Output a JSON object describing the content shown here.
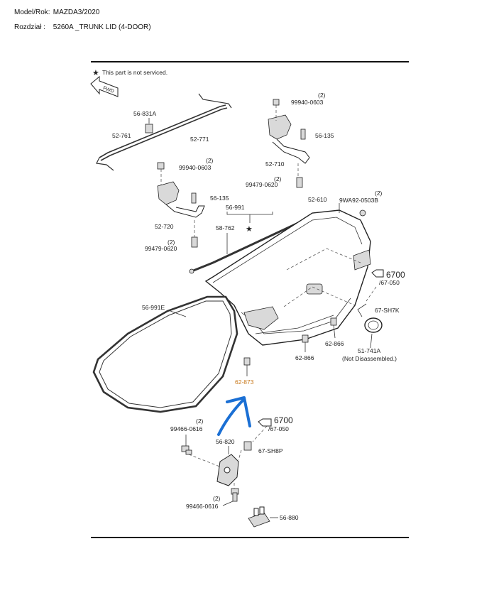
{
  "header": {
    "model_key": "Model/Rok:",
    "model_value": "MAZDA3/2020",
    "section_key": "Rozdział :",
    "section_value": "5260A _TRUNK LID (4-DOOR)"
  },
  "diagram": {
    "note": "This part is not serviced.",
    "star_glyph": "★",
    "fwd_label": "FWD",
    "labels": {
      "p56_831A": "56-831A",
      "p52_761": "52-761",
      "p52_771": "52-771",
      "p99940_1_qty": "(2)",
      "p99940_1": "99940-0603",
      "p56_135_1": "56-135",
      "p52_710": "52-710",
      "p99479_1_qty": "(2)",
      "p99479_1": "99479-0620",
      "p99940_2_qty": "(2)",
      "p99940_2": "99940-0603",
      "p56_135_2": "56-135",
      "p52_720": "52-720",
      "p99479_2_qty": "(2)",
      "p99479_2": "99479-0620",
      "p56_991": "56-991",
      "p58_762": "58-762",
      "p52_610": "52-610",
      "p9WA92_qty": "(2)",
      "p9WA92": "9WA92-0503B",
      "ref_6700_1": "6700",
      "ref_67_050_1": "/67-050",
      "p67_SH7K": "67-SH7K",
      "p56_991E": "56-991E",
      "p62_866_1": "62-866",
      "p62_866_2": "62-866",
      "p51_741A": "51-741A",
      "p51_741A_note": "(Not Disassembled.)",
      "p62_873": "62-873",
      "ref_6700_2": "6700",
      "ref_67_050_2": "/67-050",
      "p99466_1_qty": "(2)",
      "p99466_1": "99466-0616",
      "p56_820": "56-820",
      "p67_SH8P": "67-SH8P",
      "p99466_2_qty": "(2)",
      "p99466_2": "99466-0616",
      "p56_880": "56-880"
    }
  },
  "colors": {
    "highlight_label": "#c8781a",
    "annotation_arrow": "#1a6fd4"
  }
}
